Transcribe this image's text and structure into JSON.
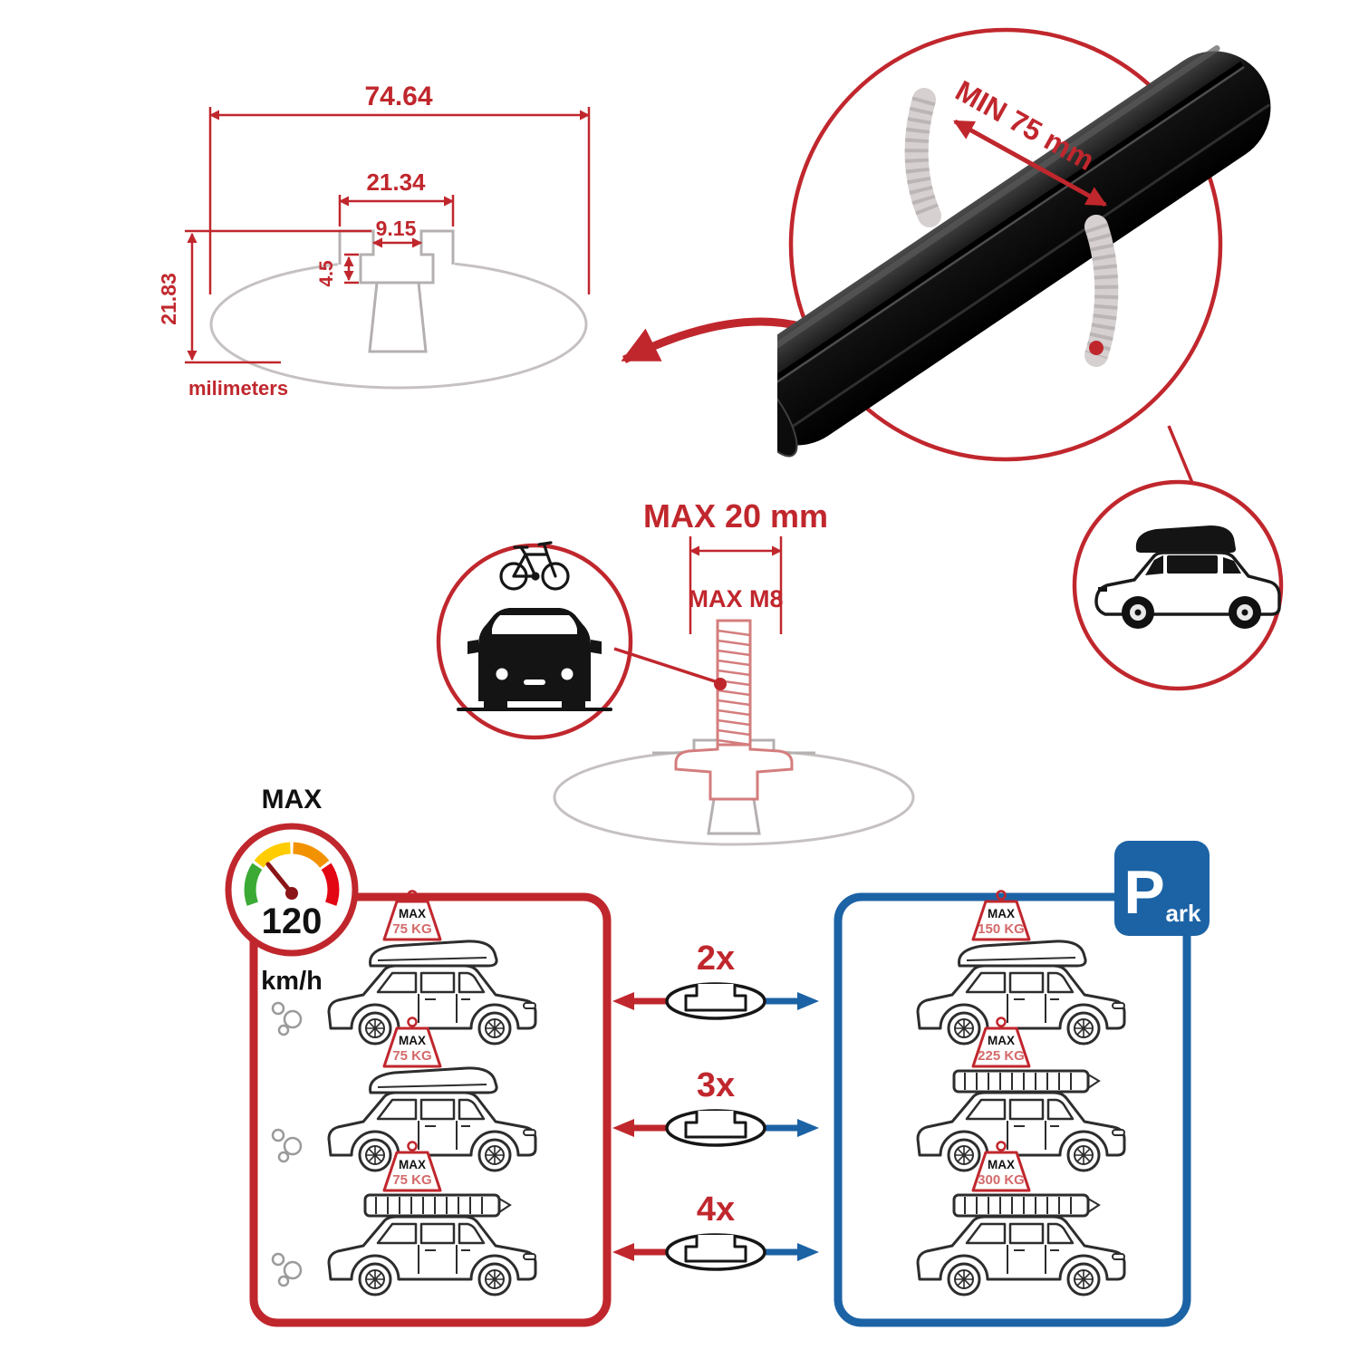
{
  "colors": {
    "red": "#c0272d",
    "blue": "#1c63a5",
    "black": "#141414",
    "gray": "#c6c1c1",
    "gauge_green": "#3aaa35",
    "gauge_yellow": "#ffcc00",
    "gauge_orange": "#f39200",
    "gauge_red": "#e30613"
  },
  "cross_section": {
    "dim_total_width": "74.64",
    "dim_channel_width": "21.34",
    "dim_slot_width": "9.15",
    "dim_slot_depth": "4.5",
    "dim_total_height": "21.83",
    "units_label": "milimeters"
  },
  "clamp_detail": {
    "min_span": "MIN 75 mm"
  },
  "bolt_detail": {
    "max_width": "MAX 20 mm",
    "max_thread": "MAX M8"
  },
  "speed_limit": {
    "label": "MAX",
    "value": "120",
    "units": "km/h"
  },
  "parking_sign": {
    "letter": "P",
    "suffix": "ark"
  },
  "comparison": {
    "rows": [
      {
        "count": "2x",
        "driving_load_label": "MAX",
        "driving_load": "75 KG",
        "parked_load_label": "MAX",
        "parked_load": "150 KG"
      },
      {
        "count": "3x",
        "driving_load_label": "MAX",
        "driving_load": "75 KG",
        "parked_load_label": "MAX",
        "parked_load": "225 KG"
      },
      {
        "count": "4x",
        "driving_load_label": "MAX",
        "driving_load": "75 KG",
        "parked_load_label": "MAX",
        "parked_load": "300 KG"
      }
    ]
  }
}
